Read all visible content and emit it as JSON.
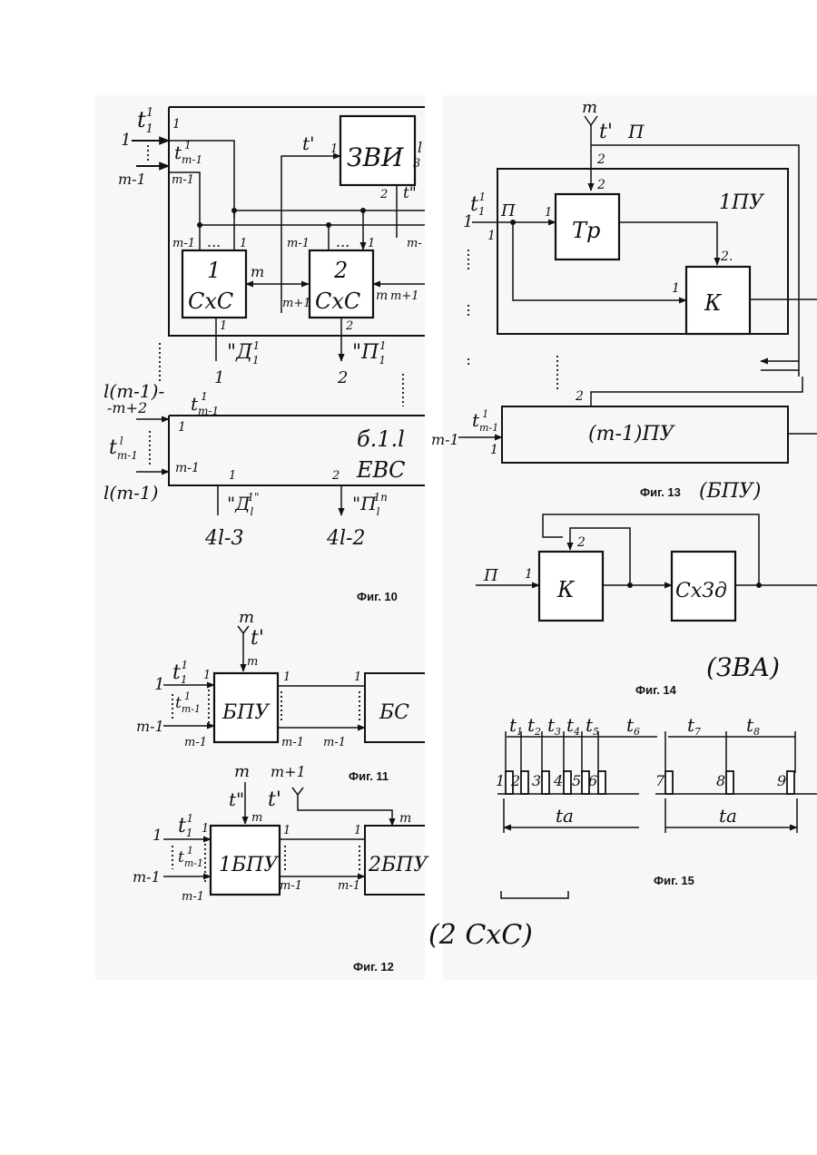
{
  "fig10": {
    "caption": "Фиг. 10",
    "in_1": "1",
    "in_t": "t",
    "in_t_sub": "1",
    "in_t_sup": "1",
    "pin_1": "1",
    "t_m1": "t",
    "t_m1_sub": "m-1",
    "t_m1_sup": "1",
    "in_m1": "m-1",
    "pin_m1": "m-1",
    "t_prime": "t'",
    "zvi_label": "ЗВИ",
    "zvi_pin_1": "1",
    "zvi_pin_2": "2",
    "zvi_pin_3": "3",
    "zvi_out_l": "l",
    "t_dprime": "t\"",
    "sxs1_num": "1",
    "sxs1_label": "СхС",
    "sxs2_num": "2",
    "sxs2_label": "СхС",
    "pin_m": "m",
    "pin_m_plus_1": "m+1",
    "pin_m2": "m",
    "pin_m_plus_1b": "m+1",
    "pin_m1_a": "m-1",
    "pin_1_a": "1",
    "pin_m1_b": "m-1",
    "pin_1_b": "1",
    "pin_m_dash": "m-",
    "ellipsis": "...",
    "out1_pin": "1",
    "out2_pin": "2",
    "out_d": "\"Д",
    "out_d_sub": "1",
    "out_d_sup": "1",
    "out_p": "\"П",
    "out_p_sub": "1",
    "out_p_sup": "1",
    "out_num1": "1",
    "out_num2": "2",
    "l_m1_minus": "l(m-1)-",
    "m_plus_2": "-m+2",
    "t_m1_b": "t",
    "t_m1_b_sub": "m-1",
    "t_m1_b_sup": "1",
    "pin_1_c": "1",
    "block_61l": "б.1.l",
    "t_l": "t",
    "t_l_sup": "l",
    "t_l_sub": "m-1",
    "pin_m1_c": "m-1",
    "l_m1": "l(m-1)",
    "evs": "ЕВС",
    "bpin_1": "1",
    "bpin_2": "2",
    "out_dl": "\"Д",
    "out_dl_sub": "l",
    "out_dl_sup": "1\"",
    "out_pl": "\"П",
    "out_pl_sub": "l",
    "out_pl_sup": "1n",
    "out_4l3": "4l-3",
    "out_4l2": "4l-2"
  },
  "fig11": {
    "caption": "Фиг. 11",
    "m": "m",
    "t_prime": "t'",
    "pin_m": "m",
    "in_1": "1",
    "t1": "t",
    "t1_sub": "1",
    "t1_sup": "1",
    "pin_1": "1",
    "tm1": "t",
    "tm1_sub": "m-1",
    "tm1_sup": "1",
    "in_m1": "m-1",
    "pin_m1": "m-1",
    "bpu_label": "БПУ",
    "o_pin_1": "1",
    "o_pin_m1": "m-1",
    "i_pin_1": "1",
    "i_pin_m1": "m-1",
    "bs_label": "БС"
  },
  "fig12": {
    "caption": "Фиг. 12",
    "bottom_label": "(2 СхС)",
    "m": "m",
    "t_dprime": "t\"",
    "pin_m": "m",
    "m_plus_1": "m+1",
    "t_prime": "t'",
    "pin_m_b": "m",
    "in_1": "1",
    "t1": "t",
    "t1_sub": "1",
    "t1_sup": "1",
    "pin_1": "1",
    "tm1": "t",
    "tm1_sub": "m-1",
    "tm1_sup": "1",
    "in_m1": "m-1",
    "pin_m1": "m-1",
    "bpu1_label": "1БПУ",
    "o_pin_1": "1",
    "o_pin_m1": "m-1",
    "i_pin_1": "1",
    "i_pin_m1": "m-1",
    "bpu2_label": "2БПУ"
  },
  "fig13": {
    "caption": "Фиг. 13",
    "note": "(БПУ)",
    "m": "m",
    "t_prime": "t'",
    "p_label": "П",
    "pin_2a": "2",
    "pin_2b": "2",
    "pu_label": "1ПУ",
    "in_1": "1",
    "t1": "t",
    "t1_sub": "1",
    "t1_sup": "1",
    "pin_1": "1",
    "pulse": "П",
    "tr_pin_1": "1",
    "tr_label": "Тр",
    "k_pin_2": "2.",
    "k_pin_1": "1",
    "k_label": "К",
    "pin_2c": "2",
    "in_m1": "m-1",
    "tm1": "t",
    "tm1_sub": "m-1",
    "tm1_sup": "1",
    "pin_1b": "1",
    "pu_m1_label": "(m-1)ПУ"
  },
  "fig14": {
    "caption": "Фиг. 14",
    "note": "(ЗВА)",
    "in_p": "П",
    "pin_1": "1",
    "pin_2": "2",
    "k_label": "К",
    "sxzd_label": "СхЗд"
  },
  "fig15": {
    "caption": "Фиг. 15",
    "intervals": [
      {
        "label": "t",
        "sub": "1"
      },
      {
        "label": "t",
        "sub": "2"
      },
      {
        "label": "t",
        "sub": "3"
      },
      {
        "label": "t",
        "sub": "4"
      },
      {
        "label": "t",
        "sub": "5"
      },
      {
        "label": "t",
        "sub": "6"
      },
      {
        "label": "t",
        "sub": "7"
      },
      {
        "label": "t",
        "sub": "8"
      }
    ],
    "pulses": [
      "1",
      "2",
      "3",
      "4",
      "5",
      "6",
      "7",
      "8",
      "9"
    ],
    "ta_1": "ta",
    "ta_2": "ta"
  }
}
